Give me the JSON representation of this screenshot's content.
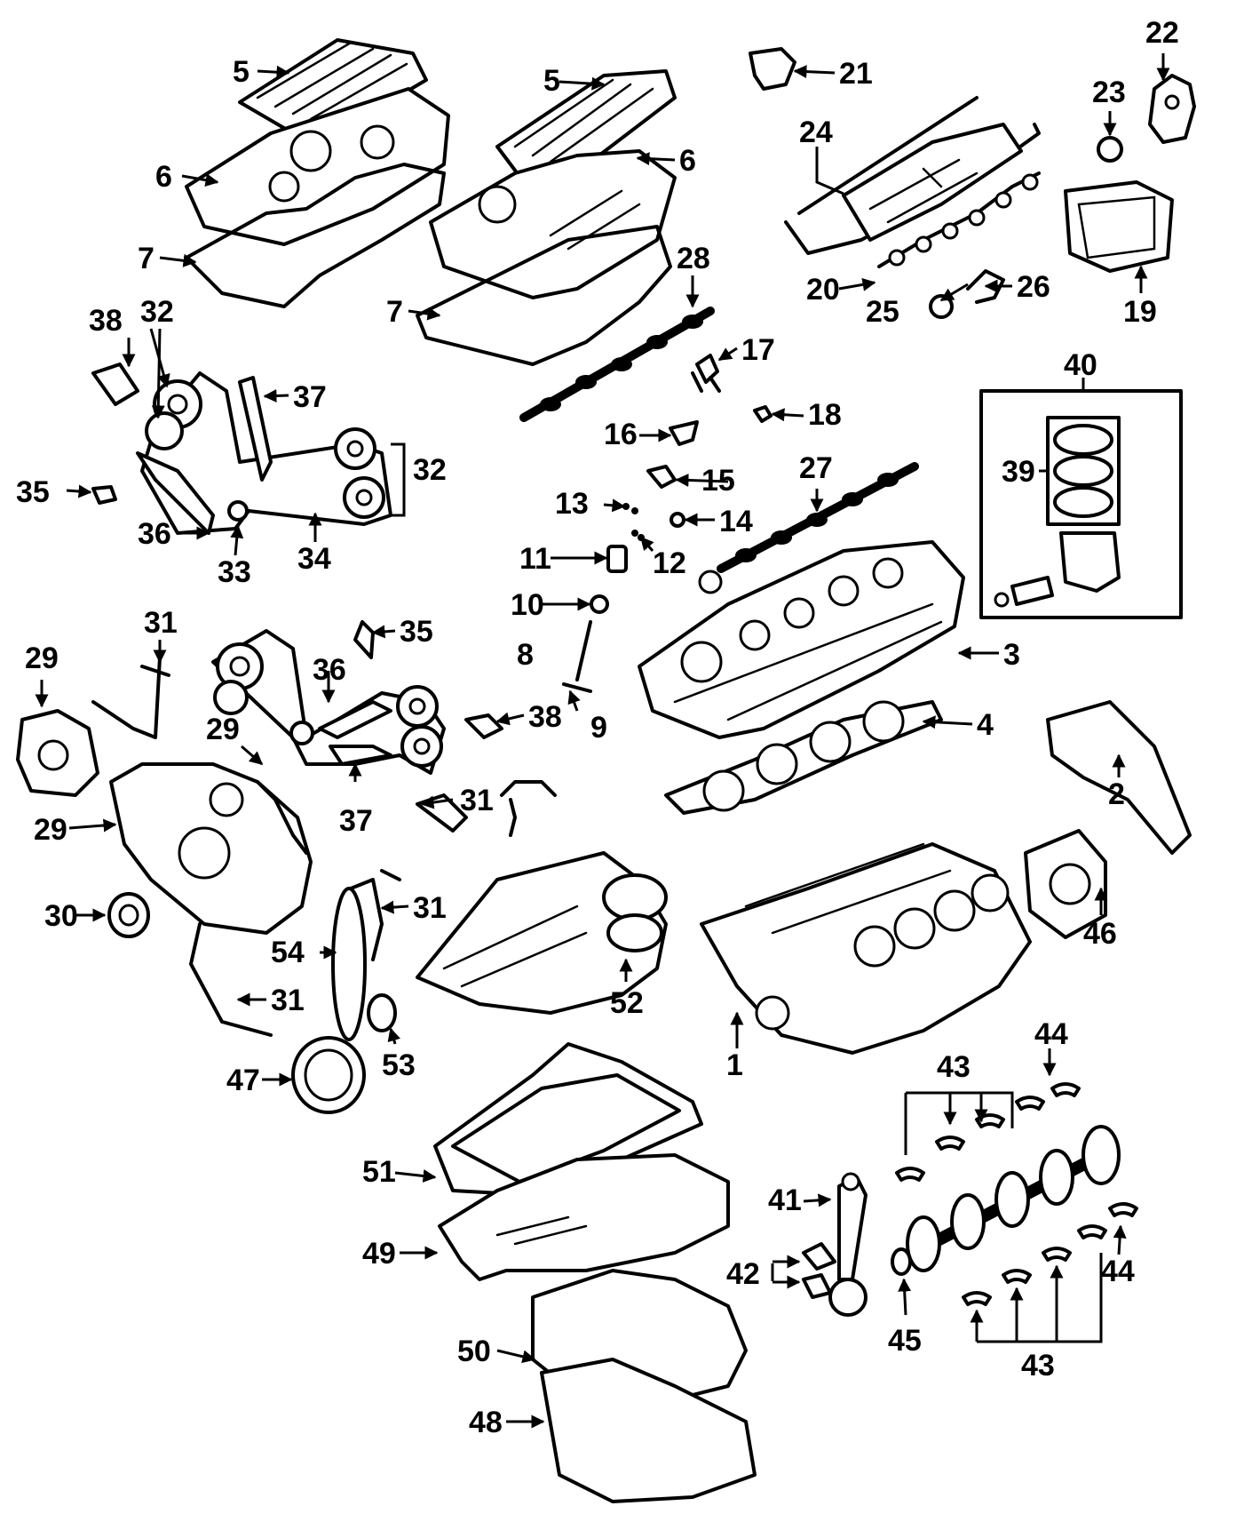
{
  "diagram": {
    "type": "exploded-parts-view",
    "callouts": [
      "1",
      "2",
      "3",
      "4",
      "5",
      "6",
      "7",
      "8",
      "9",
      "10",
      "11",
      "12",
      "13",
      "14",
      "15",
      "16",
      "17",
      "18",
      "19",
      "20",
      "21",
      "22",
      "23",
      "24",
      "25",
      "26",
      "27",
      "28",
      "29",
      "30",
      "31",
      "32",
      "33",
      "34",
      "35",
      "36",
      "37",
      "38",
      "39",
      "40",
      "41",
      "42",
      "43",
      "44",
      "45",
      "46",
      "47",
      "48",
      "49",
      "50",
      "51",
      "52",
      "53",
      "54"
    ]
  }
}
